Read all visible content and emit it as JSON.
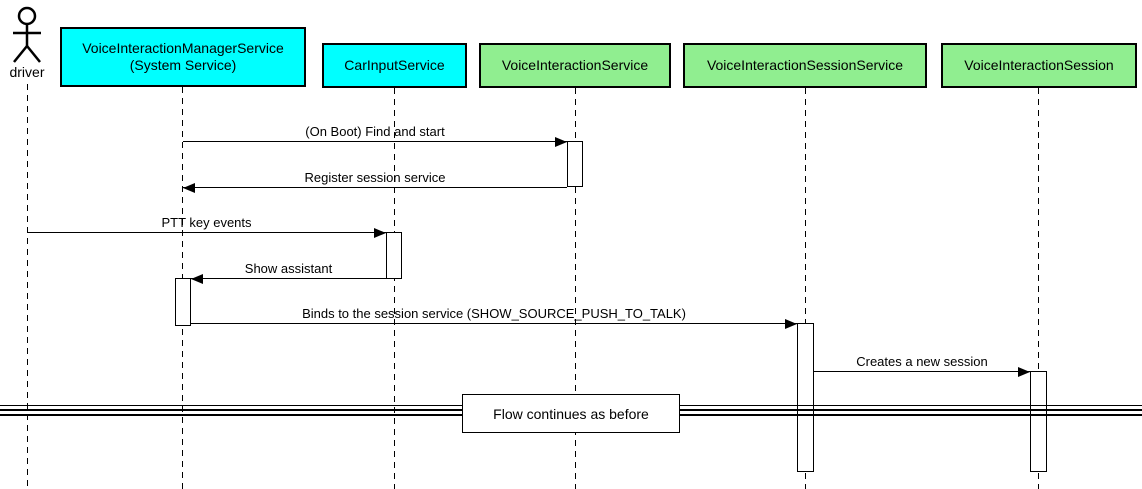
{
  "diagram_type": "uml-sequence",
  "actor": {
    "name": "driver"
  },
  "participants": [
    {
      "id": "voice-interaction-manager-service",
      "label": "VoiceInteractionManagerService",
      "sublabel": "(System Service)",
      "fill": "#00ffff"
    },
    {
      "id": "car-input-service",
      "label": "CarInputService",
      "fill": "#00ffff"
    },
    {
      "id": "voice-interaction-service",
      "label": "VoiceInteractionService",
      "fill": "#90ee90"
    },
    {
      "id": "voice-interaction-session-service",
      "label": "VoiceInteractionSessionService",
      "fill": "#90ee90"
    },
    {
      "id": "voice-interaction-session",
      "label": "VoiceInteractionSession",
      "fill": "#90ee90"
    }
  ],
  "messages": [
    {
      "label": "(On Boot) Find and start",
      "from": "VoiceInteractionManagerService",
      "to": "VoiceInteractionService",
      "direction": "right"
    },
    {
      "label": "Register session service",
      "from": "VoiceInteractionService",
      "to": "VoiceInteractionManagerService",
      "direction": "left"
    },
    {
      "label": "PTT key events",
      "from": "driver",
      "to": "CarInputService",
      "direction": "right"
    },
    {
      "label": "Show assistant",
      "from": "CarInputService",
      "to": "VoiceInteractionManagerService",
      "direction": "left"
    },
    {
      "label": "Binds to the session service (SHOW_SOURCE_PUSH_TO_TALK)",
      "from": "VoiceInteractionManagerService",
      "to": "VoiceInteractionSessionService",
      "direction": "right"
    },
    {
      "label": "Creates a new session",
      "from": "VoiceInteractionSessionService",
      "to": "VoiceInteractionSession",
      "direction": "right"
    }
  ],
  "divider": {
    "label": "Flow continues as before"
  },
  "colors": {
    "participant_cyan": "#00ffff",
    "participant_green": "#90ee90",
    "line": "#000000",
    "background": "#ffffff"
  }
}
